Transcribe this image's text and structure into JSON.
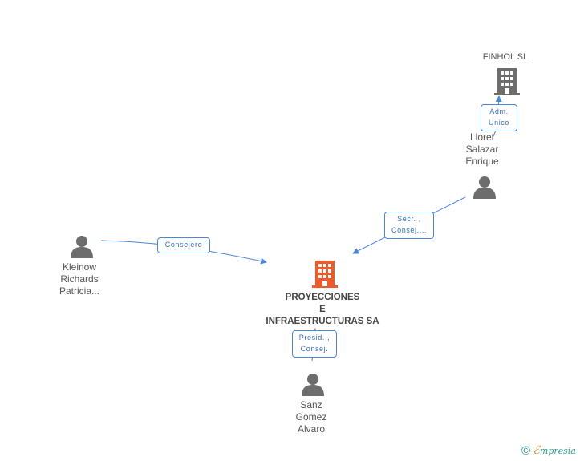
{
  "nodes": {
    "finhol": {
      "label": "FINHOL SL"
    },
    "lloret": {
      "label": "Lloret\nSalazar\nEnrique"
    },
    "kleinow": {
      "label": "Kleinow\nRichards\nPatricia..."
    },
    "main": {
      "label": "PROYECCIONES\nE\nINFRAESTRUCTURAS SA"
    },
    "sanz": {
      "label": "Sanz\nGomez\nAlvaro"
    }
  },
  "edges": {
    "adm_unico": {
      "label": "Adm.\nUnico"
    },
    "secr_consej": {
      "label": "Secr. ,\nConsej...."
    },
    "consejero": {
      "label": "Consejero"
    },
    "presid_consej": {
      "label": "Presid. ,\nConsej."
    }
  },
  "colors": {
    "edge": "#4a86d6",
    "company_main": "#f05a28",
    "company_other": "#6d6d6d",
    "person": "#6d6d6d"
  },
  "footer": {
    "copyright": "©",
    "brand_e": "ℰ",
    "brand_rest": "mpresia"
  }
}
